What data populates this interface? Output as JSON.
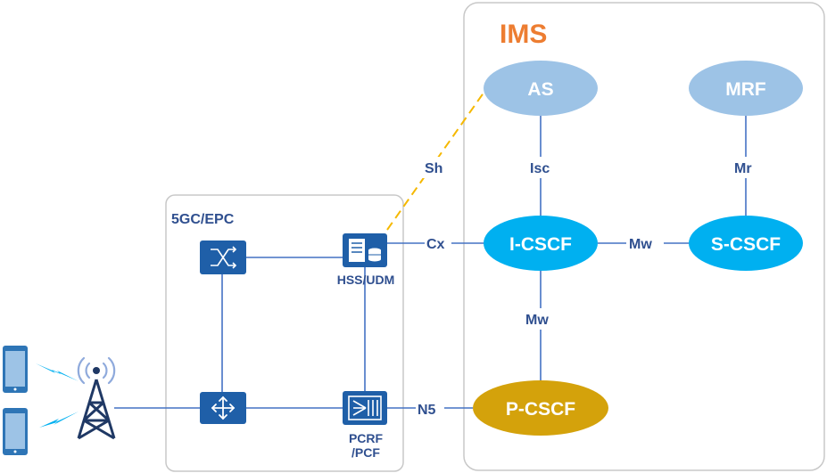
{
  "ims": {
    "title": "IMS",
    "title_color": "#ED7D31",
    "nodes": {
      "as": "AS",
      "mrf": "MRF",
      "i_cscf": "I-CSCF",
      "s_cscf": "S-CSCF",
      "p_cscf": "P-CSCF"
    }
  },
  "core": {
    "title": "5GC/EPC",
    "hss_label": "HSS/UDM",
    "pcrf_label_line1": "PCRF",
    "pcrf_label_line2": "/PCF"
  },
  "interfaces": {
    "sh": "Sh",
    "isc": "Isc",
    "mr": "Mr",
    "cx": "Cx",
    "mw_horizontal": "Mw",
    "mw_vertical": "Mw",
    "n5": "N5"
  },
  "colors": {
    "light_node": "#9DC3E6",
    "bright_node": "#00B0F0",
    "pcscf_node": "#D4A20B",
    "node_text": "#ffffff",
    "line": "#4472C4",
    "sh_dash": "#F5B800",
    "box_border": "#bfbfbf",
    "icon_fill": "#1F5FA8",
    "label_text": "#2F4F8F"
  }
}
